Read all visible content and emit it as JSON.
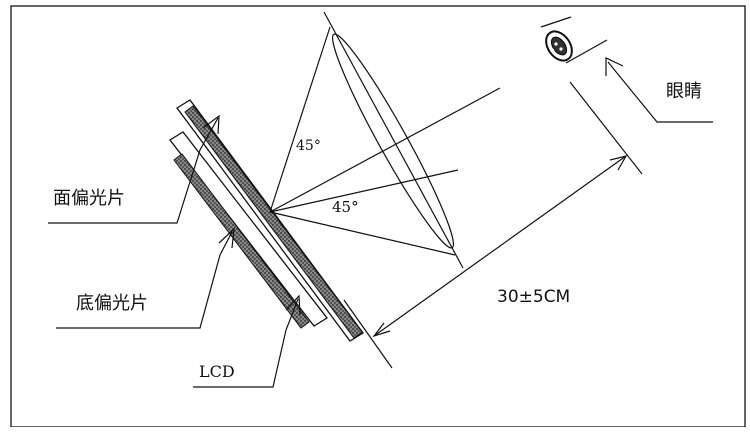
{
  "labels": {
    "top_polarizer": "面偏光片",
    "bottom_polarizer": "底偏光片",
    "lcd": "LCD",
    "eye": "眼睛",
    "angle_upper": "45°",
    "angle_lower": "45°",
    "distance": "30±5CM"
  },
  "colors": {
    "line": "#111111",
    "frame": "#000000",
    "hatch_fill": "#555555"
  }
}
